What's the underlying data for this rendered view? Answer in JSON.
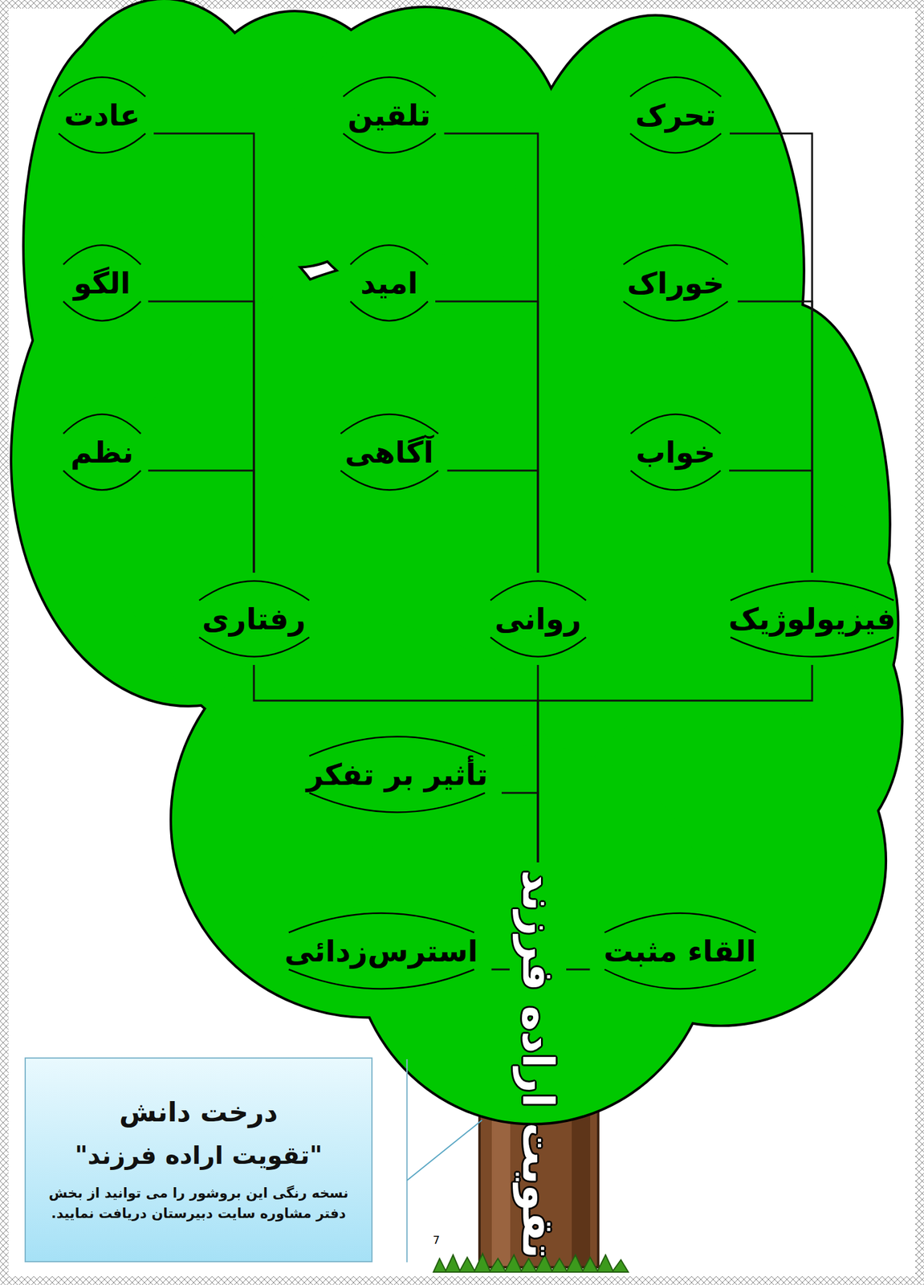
{
  "diagram": {
    "title": "درخت دانش",
    "nodes": [
      {
        "text": [
          "تحرک"
        ]
      },
      {
        "text": [
          "تلقین"
        ]
      },
      {
        "text": [
          "عادت"
        ]
      },
      {
        "text": [
          "خوراک"
        ]
      },
      {
        "text": [
          "امید"
        ]
      },
      {
        "text": [
          "الگو"
        ]
      },
      {
        "text": [
          "خواب"
        ]
      },
      {
        "text": [
          "آگاهی"
        ]
      },
      {
        "text": [
          "نظم"
        ]
      },
      {
        "text": [
          "فیزیولوژیک"
        ]
      },
      {
        "text": [
          "روانی"
        ]
      },
      {
        "text": [
          "رفتاری"
        ]
      },
      {
        "text": [
          "تأثیر بر تفکر"
        ]
      },
      {
        "text": [
          "القاء مثبت"
        ]
      },
      {
        "text": [
          "استرس‌زدائی"
        ]
      },
      {
        "text": [
          "تقویت اراده فرزند"
        ]
      }
    ],
    "edges": [
      {
        "from": 15,
        "to": 9,
        "arrow": "none"
      },
      {
        "from": 15,
        "to": 10,
        "arrow": "none"
      },
      {
        "from": 15,
        "to": 11,
        "arrow": "none"
      },
      {
        "from": 15,
        "to": 12,
        "arrow": "none"
      },
      {
        "from": 15,
        "to": 13,
        "arrow": "none"
      },
      {
        "from": 15,
        "to": 14,
        "arrow": "none"
      },
      {
        "from": 9,
        "to": 0,
        "arrow": "none"
      },
      {
        "from": 9,
        "to": 3,
        "arrow": "none"
      },
      {
        "from": 9,
        "to": 6,
        "arrow": "none"
      },
      {
        "from": 10,
        "to": 1,
        "arrow": "none"
      },
      {
        "from": 10,
        "to": 4,
        "arrow": "none"
      },
      {
        "from": 10,
        "to": 7,
        "arrow": "none"
      },
      {
        "from": 11,
        "to": 2,
        "arrow": "none"
      },
      {
        "from": 11,
        "to": 5,
        "arrow": "none"
      },
      {
        "from": 11,
        "to": 8,
        "arrow": "none"
      }
    ],
    "labels": [
      "\"تقویت اراده فرزند\"",
      "نسخه رنگی این بروشور را می توانید از بخش دفتر مشاوره سایت دبیرستان دریافت نمایید.",
      "7"
    ]
  }
}
